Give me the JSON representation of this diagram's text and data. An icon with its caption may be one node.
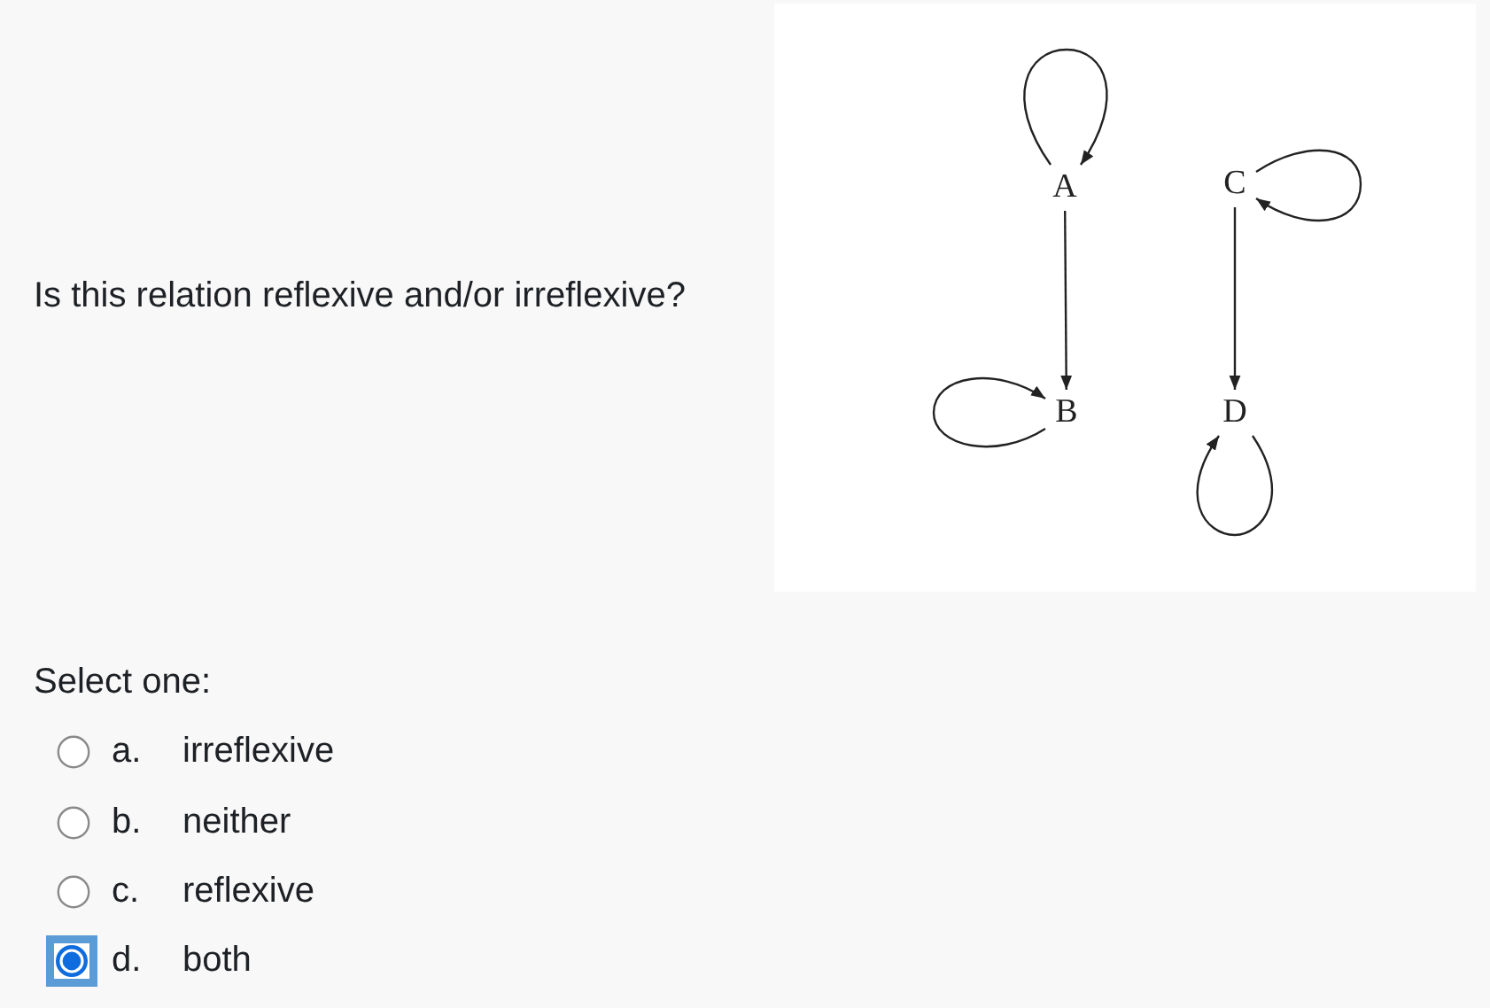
{
  "diagram": {
    "nodes": [
      {
        "text": [
          "A"
        ]
      },
      {
        "text": [
          "C"
        ]
      },
      {
        "text": [
          "B"
        ]
      },
      {
        "text": [
          "D"
        ]
      }
    ],
    "edges": [
      {
        "from": 0,
        "to": 0,
        "arrow": "to"
      },
      {
        "from": 0,
        "to": 2,
        "arrow": "to"
      },
      {
        "from": 2,
        "to": 2,
        "arrow": "to"
      },
      {
        "from": 1,
        "to": 1,
        "arrow": "to"
      },
      {
        "from": 1,
        "to": 3,
        "arrow": "to"
      },
      {
        "from": 3,
        "to": 3,
        "arrow": "to"
      }
    ],
    "labels": [
      "Is this relation reflexive and/or irreflexive?",
      "Select one:",
      "a.",
      "irreflexive",
      "b.",
      "neither",
      "c.",
      "reflexive",
      "d.",
      "both"
    ]
  }
}
